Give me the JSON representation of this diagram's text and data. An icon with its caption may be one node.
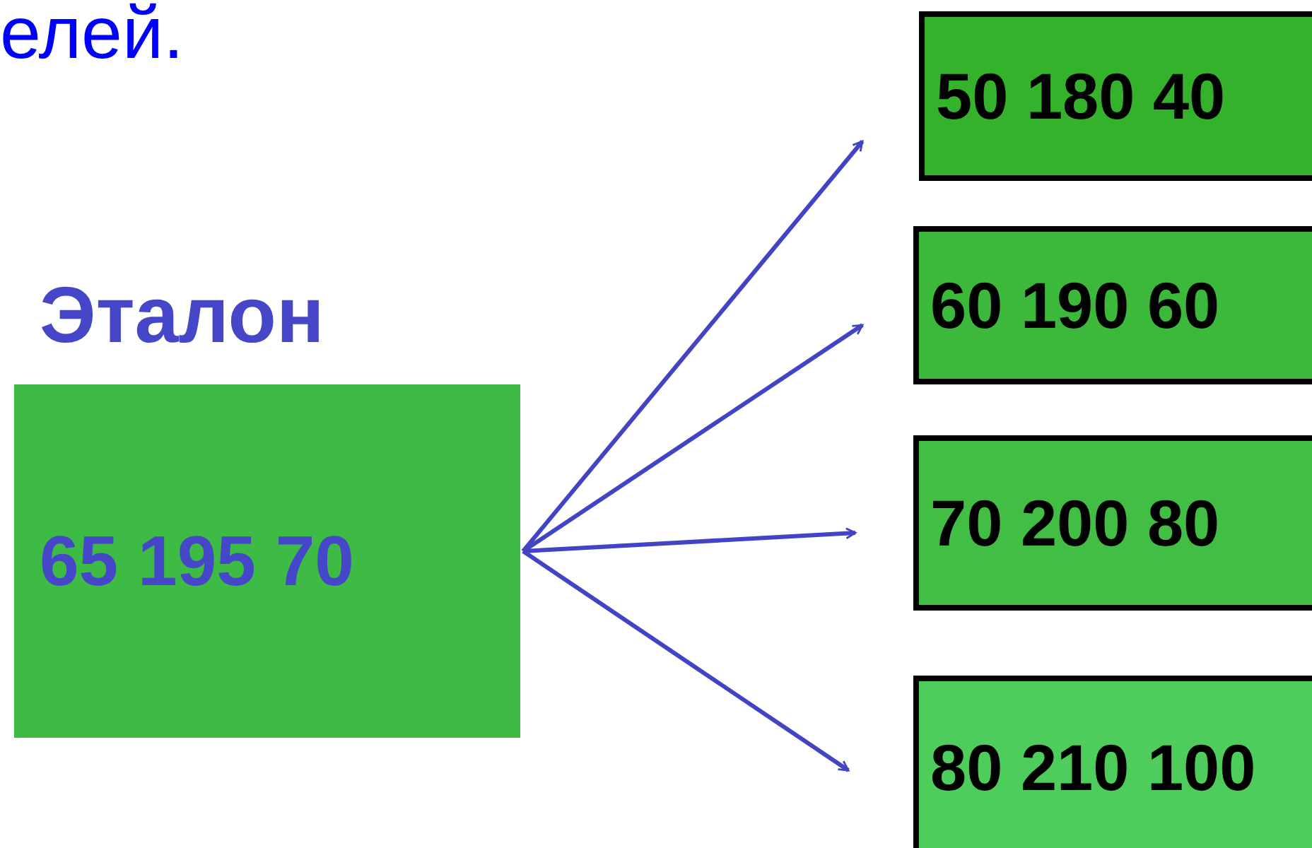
{
  "diagram": {
    "nodes": [
      {
        "text": [
          "Эталон",
          "65 195 70"
        ]
      },
      {
        "text": [
          "50 180 40"
        ]
      },
      {
        "text": [
          "60 190 60"
        ]
      },
      {
        "text": [
          "70 200 80"
        ]
      },
      {
        "text": [
          "80 210 100"
        ]
      }
    ],
    "edges": [
      {
        "from": 0,
        "to": 1,
        "arrow": "to"
      },
      {
        "from": 0,
        "to": 2,
        "arrow": "to"
      },
      {
        "from": 0,
        "to": 3,
        "arrow": "to"
      },
      {
        "from": 0,
        "to": 4,
        "arrow": "to"
      }
    ],
    "labels": [
      "елей."
    ]
  }
}
